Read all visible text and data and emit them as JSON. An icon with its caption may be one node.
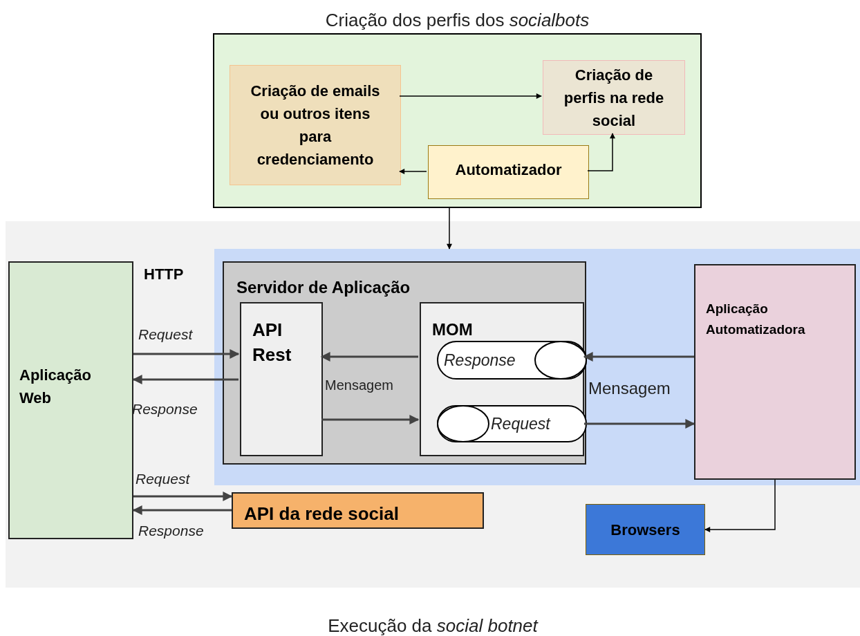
{
  "diagram": {
    "nodes": [
      {
        "text": [
          "Criação dos perfis dos *socialbots*"
        ]
      },
      {
        "text": [
          "Criação de emails ou outros itens para credenciamento"
        ],
        "in": 0
      },
      {
        "text": [
          "Criação de perfis na rede social"
        ],
        "in": 0
      },
      {
        "text": [
          "Automatizador"
        ],
        "in": 0
      },
      {
        "text": [
          "Execução da *social botnet*"
        ]
      },
      {
        "text": [],
        "shape": "box",
        "in": 4
      },
      {
        "text": [
          "Aplicação Web"
        ],
        "in": 4
      },
      {
        "text": [
          "Servidor de Aplicação"
        ],
        "in": 5
      },
      {
        "text": [
          "API Rest"
        ],
        "in": 7
      },
      {
        "text": [
          "MOM"
        ],
        "in": 7
      },
      {
        "text": [
          "Response"
        ],
        "in": 9
      },
      {
        "text": [
          "Request"
        ],
        "in": 9
      },
      {
        "text": [
          "Aplicação Automatizadora"
        ],
        "in": 5
      },
      {
        "text": [
          "API da rede social"
        ],
        "in": 4
      },
      {
        "text": [
          "Browsers"
        ],
        "in": 4
      }
    ],
    "edges": [
      {
        "from": 1,
        "to": 2,
        "arrow": "to",
        "color": "#000000"
      },
      {
        "from": 3,
        "to": 1,
        "arrow": "to",
        "color": "#000000"
      },
      {
        "from": 3,
        "to": 2,
        "arrow": "to",
        "color": "#000000"
      },
      {
        "from": 0,
        "to": 5,
        "arrow": "to",
        "color": "#000000"
      },
      {
        "from": 6,
        "to": 8,
        "arrow": "to",
        "label": "Request"
      },
      {
        "from": 8,
        "to": 6,
        "arrow": "to",
        "label": "Response"
      },
      {
        "from": 9,
        "to": 8,
        "arrow": "to"
      },
      {
        "from": 8,
        "to": 9,
        "arrow": "to"
      },
      {
        "from": 12,
        "to": 10,
        "arrow": "to"
      },
      {
        "from": 11,
        "to": 12,
        "arrow": "to"
      },
      {
        "from": 6,
        "to": 13,
        "arrow": "to",
        "label": "Request"
      },
      {
        "from": 13,
        "to": 6,
        "arrow": "to",
        "label": "Response"
      },
      {
        "from": 12,
        "to": 14,
        "arrow": "to",
        "color": "#000000"
      }
    ],
    "labels": [
      "HTTP",
      "Mensagem",
      "Mensagem"
    ]
  }
}
